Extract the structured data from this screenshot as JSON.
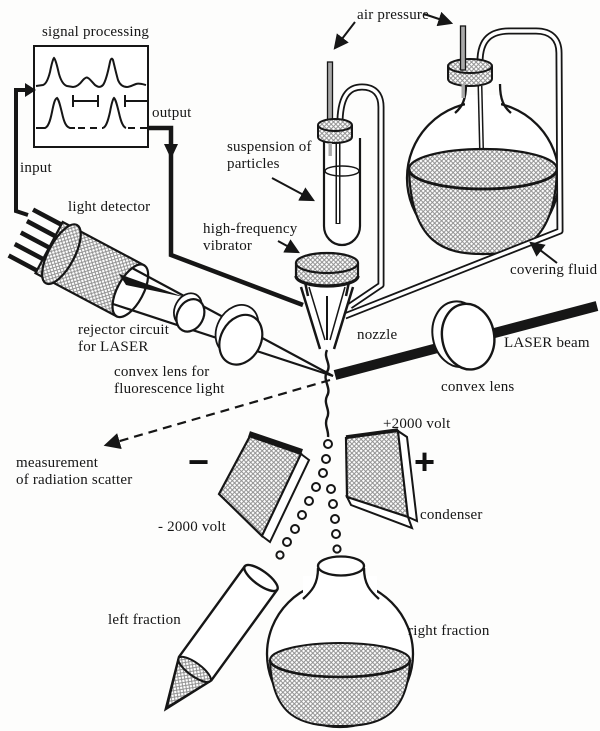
{
  "colors": {
    "ink": "#161616",
    "hatch": "#8f8f8f",
    "background": "#fdfdfc"
  },
  "box": {
    "title": "signal processing",
    "input_label": "input",
    "output_label": "output"
  },
  "labels": {
    "light_detector": "light detector",
    "air_pressure": "air pressure",
    "suspension_of_particles": "suspension of\nparticles",
    "high_frequency_vibrator": "high-frequency\nvibrator",
    "covering_fluid": "covering fluid",
    "rejector_circuit": "rejector circuit\nfor LASER",
    "convex_lens_fluorescence": "convex lens for\nfluorescence light",
    "nozzle": "nozzle",
    "laser_beam": "LASER beam",
    "convex_lens": "convex lens",
    "radiation_scatter": "measurement\nof radiation scatter",
    "minus_voltage": "- 2000 volt",
    "plus_voltage": "+2000 volt",
    "condenser": "condenser",
    "left_fraction": "left fraction",
    "right_fraction": "right fraction",
    "minus_sign": "−",
    "plus_sign": "+"
  }
}
